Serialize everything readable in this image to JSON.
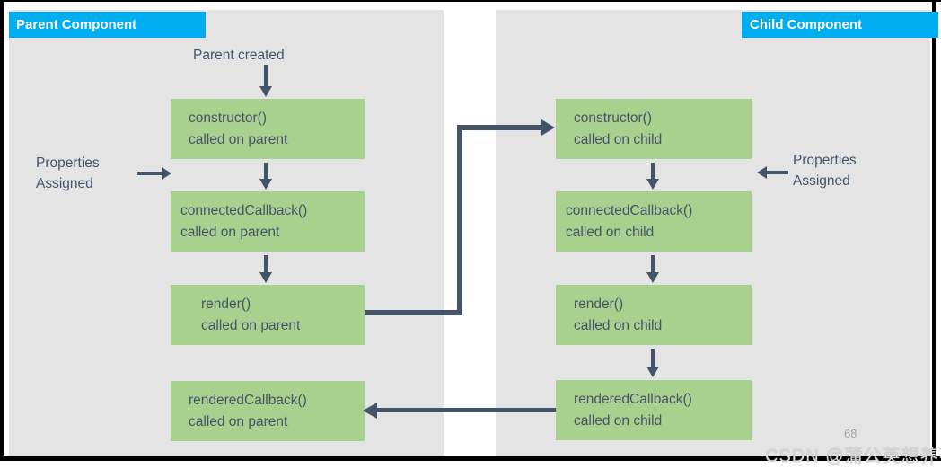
{
  "page": {
    "number": "68",
    "watermark": "CSDN @蒲公英想养花"
  },
  "colors": {
    "header_blue": "#00AEEF",
    "panel_gray": "#E5E4E4",
    "box_green": "#A9D18E",
    "ink": "#44546A"
  },
  "parent_panel": {
    "header": "Parent Component",
    "created_label": "Parent created",
    "properties_label": "Properties\nAssigned",
    "boxes": [
      {
        "title": "constructor()",
        "subtitle": "called on parent"
      },
      {
        "title": "connectedCallback()",
        "subtitle": "called on parent"
      },
      {
        "title": "render()",
        "subtitle": "called on parent"
      },
      {
        "title": "renderedCallback()",
        "subtitle": "called on parent"
      }
    ]
  },
  "child_panel": {
    "header": "Child Component",
    "properties_label": "Properties\nAssigned",
    "boxes": [
      {
        "title": "constructor()",
        "subtitle": "called on child"
      },
      {
        "title": "connectedCallback()",
        "subtitle": "called on child"
      },
      {
        "title": "render()",
        "subtitle": "called on child"
      },
      {
        "title": "renderedCallback()",
        "subtitle": "called on child"
      }
    ]
  }
}
